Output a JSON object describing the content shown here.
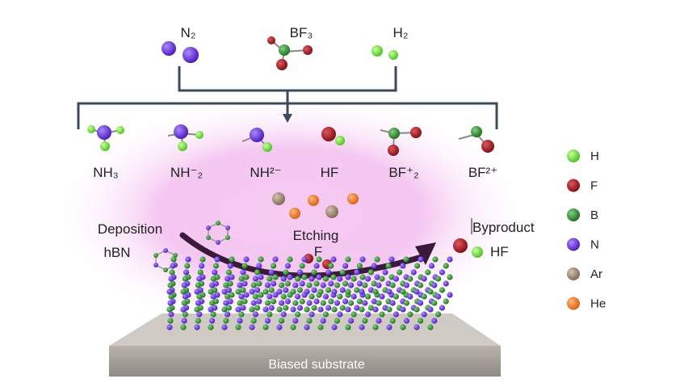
{
  "gases": {
    "n2": "N₂",
    "bf3": "BF₃",
    "h2": "H₂"
  },
  "species": {
    "nh3": "NH₃",
    "nh2": "NH⁻₂",
    "nh": "NH²⁻",
    "hf": "HF",
    "bf2": "BF⁺₂",
    "bf": "BF²⁺"
  },
  "process": {
    "deposition": "Deposition",
    "hbn": "hBN",
    "etching": "Etching",
    "etching_species": "F",
    "byproduct": "Byproduct",
    "byproduct_species": "HF"
  },
  "substrate_label": "Biased substrate",
  "legend": [
    {
      "symbol": "H",
      "color": "#6de83a"
    },
    {
      "symbol": "F",
      "color": "#a3141e"
    },
    {
      "symbol": "B",
      "color": "#2c8a2c"
    },
    {
      "symbol": "N",
      "color": "#6a2fd6"
    },
    {
      "symbol": "Ar",
      "color": "#a98f76"
    },
    {
      "symbol": "He",
      "color": "#f07a28"
    }
  ]
}
